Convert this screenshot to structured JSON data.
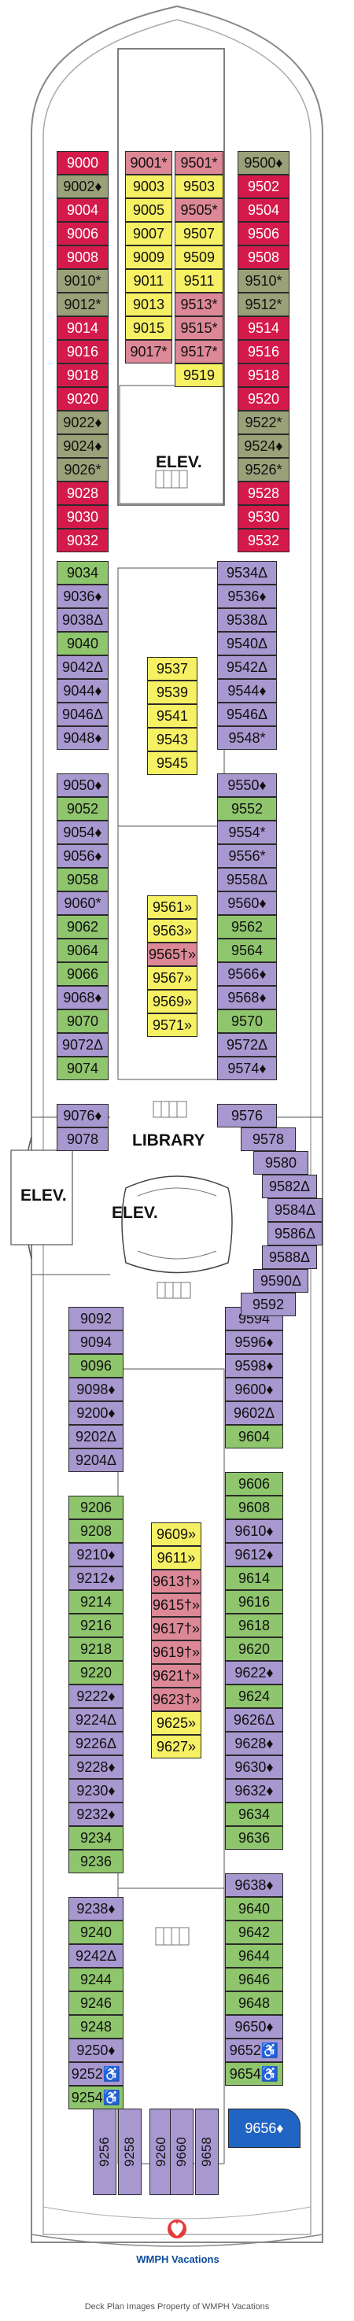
{
  "colors": {
    "red": "#d41a4b",
    "green": "#8fc56d",
    "olive": "#9aa178",
    "purple": "#a898d0",
    "yellow": "#f6f064",
    "pink": "#dd8896",
    "blue": "#2065c4"
  },
  "labels": {
    "elevator": "ELEV.",
    "library": "LIBRARY"
  },
  "footer": {
    "brand": "WMPH Vacations",
    "credit": "Deck Plan Images Property of WMPH Vacations"
  },
  "icons": {
    "logo": "wmph-heart-logo",
    "star": "suite-star-icon",
    "diamond": "balcony-diamond-icon",
    "triangle": "obstructed-triangle-icon",
    "double-arrow": "connecting-arrows-icon",
    "accessible": "wheelchair-icon"
  },
  "cabins": {
    "fwd_left": [
      {
        "label": "9000",
        "color": "red"
      },
      {
        "label": "9002♦",
        "color": "olive"
      },
      {
        "label": "9004",
        "color": "red"
      },
      {
        "label": "9006",
        "color": "red"
      },
      {
        "label": "9008",
        "color": "red"
      },
      {
        "label": "9010*",
        "color": "olive"
      },
      {
        "label": "9012*",
        "color": "olive"
      },
      {
        "label": "9014",
        "color": "red"
      },
      {
        "label": "9016",
        "color": "red"
      },
      {
        "label": "9018",
        "color": "red"
      },
      {
        "label": "9020",
        "color": "red"
      },
      {
        "label": "9022♦",
        "color": "olive"
      },
      {
        "label": "9024♦",
        "color": "olive"
      },
      {
        "label": "9026*",
        "color": "olive"
      },
      {
        "label": "9028",
        "color": "red"
      },
      {
        "label": "9030",
        "color": "red"
      },
      {
        "label": "9032",
        "color": "red"
      }
    ],
    "fwd_inner_left": [
      {
        "label": "9001*",
        "color": "pink"
      },
      {
        "label": "9003",
        "color": "yellow"
      },
      {
        "label": "9005",
        "color": "yellow"
      },
      {
        "label": "9007",
        "color": "yellow"
      },
      {
        "label": "9009",
        "color": "yellow"
      },
      {
        "label": "9011",
        "color": "yellow"
      },
      {
        "label": "9013",
        "color": "yellow"
      },
      {
        "label": "9015",
        "color": "yellow"
      },
      {
        "label": "9017*",
        "color": "pink"
      }
    ],
    "fwd_inner_right": [
      {
        "label": "9501*",
        "color": "pink"
      },
      {
        "label": "9503",
        "color": "yellow"
      },
      {
        "label": "9505*",
        "color": "pink"
      },
      {
        "label": "9507",
        "color": "yellow"
      },
      {
        "label": "9509",
        "color": "yellow"
      },
      {
        "label": "9511",
        "color": "yellow"
      },
      {
        "label": "9513*",
        "color": "pink"
      },
      {
        "label": "9515*",
        "color": "pink"
      },
      {
        "label": "9517*",
        "color": "pink"
      },
      {
        "label": "9519",
        "color": "yellow"
      }
    ],
    "fwd_right": [
      {
        "label": "9500♦",
        "color": "olive"
      },
      {
        "label": "9502",
        "color": "red"
      },
      {
        "label": "9504",
        "color": "red"
      },
      {
        "label": "9506",
        "color": "red"
      },
      {
        "label": "9508",
        "color": "red"
      },
      {
        "label": "9510*",
        "color": "olive"
      },
      {
        "label": "9512*",
        "color": "olive"
      },
      {
        "label": "9514",
        "color": "red"
      },
      {
        "label": "9516",
        "color": "red"
      },
      {
        "label": "9518",
        "color": "red"
      },
      {
        "label": "9520",
        "color": "red"
      },
      {
        "label": "9522*",
        "color": "olive"
      },
      {
        "label": "9524♦",
        "color": "olive"
      },
      {
        "label": "9526*",
        "color": "olive"
      },
      {
        "label": "9528",
        "color": "red"
      },
      {
        "label": "9530",
        "color": "red"
      },
      {
        "label": "9532",
        "color": "red"
      }
    ],
    "mid_left": [
      {
        "label": "9034",
        "color": "green"
      },
      {
        "label": "9036♦",
        "color": "purple"
      },
      {
        "label": "9038Δ",
        "color": "purple"
      },
      {
        "label": "9040",
        "color": "green"
      },
      {
        "label": "9042Δ",
        "color": "purple"
      },
      {
        "label": "9044♦",
        "color": "purple"
      },
      {
        "label": "9046Δ",
        "color": "purple"
      },
      {
        "label": "9048♦",
        "color": "purple"
      },
      {
        "label": "",
        "color": "none"
      },
      {
        "label": "9050♦",
        "color": "purple"
      },
      {
        "label": "9052",
        "color": "green"
      },
      {
        "label": "9054♦",
        "color": "purple"
      },
      {
        "label": "9056♦",
        "color": "purple"
      },
      {
        "label": "9058",
        "color": "green"
      },
      {
        "label": "9060*",
        "color": "purple"
      },
      {
        "label": "9062",
        "color": "green"
      },
      {
        "label": "9064",
        "color": "green"
      },
      {
        "label": "9066",
        "color": "green"
      },
      {
        "label": "9068♦",
        "color": "purple"
      },
      {
        "label": "9070",
        "color": "green"
      },
      {
        "label": "9072Δ",
        "color": "purple"
      },
      {
        "label": "9074",
        "color": "green"
      },
      {
        "label": "",
        "color": "none"
      },
      {
        "label": "9076♦",
        "color": "purple"
      },
      {
        "label": "9078",
        "color": "purple"
      }
    ],
    "mid_center_a": [
      {
        "label": "9537",
        "color": "yellow"
      },
      {
        "label": "9539",
        "color": "yellow"
      },
      {
        "label": "9541",
        "color": "yellow"
      },
      {
        "label": "9543",
        "color": "yellow"
      },
      {
        "label": "9545",
        "color": "yellow"
      }
    ],
    "mid_center_b": [
      {
        "label": "9561»",
        "color": "yellow"
      },
      {
        "label": "9563»",
        "color": "yellow"
      },
      {
        "label": "9565†»",
        "color": "pink"
      },
      {
        "label": "9567»",
        "color": "yellow"
      },
      {
        "label": "9569»",
        "color": "yellow"
      },
      {
        "label": "9571»",
        "color": "yellow"
      }
    ],
    "mid_right": [
      {
        "label": "9534Δ",
        "color": "purple"
      },
      {
        "label": "9536♦",
        "color": "purple"
      },
      {
        "label": "9538Δ",
        "color": "purple"
      },
      {
        "label": "9540Δ",
        "color": "purple"
      },
      {
        "label": "9542Δ",
        "color": "purple"
      },
      {
        "label": "9544♦",
        "color": "purple"
      },
      {
        "label": "9546Δ",
        "color": "purple"
      },
      {
        "label": "9548*",
        "color": "purple"
      },
      {
        "label": "",
        "color": "none"
      },
      {
        "label": "9550♦",
        "color": "purple"
      },
      {
        "label": "9552",
        "color": "green"
      },
      {
        "label": "9554*",
        "color": "purple"
      },
      {
        "label": "9556*",
        "color": "purple"
      },
      {
        "label": "9558Δ",
        "color": "purple"
      },
      {
        "label": "9560♦",
        "color": "purple"
      },
      {
        "label": "9562",
        "color": "green"
      },
      {
        "label": "9564",
        "color": "green"
      },
      {
        "label": "9566♦",
        "color": "purple"
      },
      {
        "label": "9568♦",
        "color": "purple"
      },
      {
        "label": "9570",
        "color": "green"
      },
      {
        "label": "9572Δ",
        "color": "purple"
      },
      {
        "label": "9574♦",
        "color": "purple"
      },
      {
        "label": "",
        "color": "none"
      },
      {
        "label": "9576",
        "color": "purple"
      }
    ],
    "curve_right": [
      {
        "label": "9578",
        "color": "purple"
      },
      {
        "label": "9580",
        "color": "purple"
      },
      {
        "label": "9582Δ",
        "color": "purple"
      },
      {
        "label": "9584Δ",
        "color": "purple"
      },
      {
        "label": "9586Δ",
        "color": "purple"
      },
      {
        "label": "9588Δ",
        "color": "purple"
      },
      {
        "label": "9590Δ",
        "color": "purple"
      },
      {
        "label": "9592",
        "color": "purple"
      }
    ],
    "aft_left": [
      {
        "label": "9092",
        "color": "purple"
      },
      {
        "label": "9094",
        "color": "purple"
      },
      {
        "label": "9096",
        "color": "green"
      },
      {
        "label": "9098♦",
        "color": "purple"
      },
      {
        "label": "9200♦",
        "color": "purple"
      },
      {
        "label": "9202Δ",
        "color": "purple"
      },
      {
        "label": "9204Δ",
        "color": "purple"
      },
      {
        "label": "",
        "color": "none"
      },
      {
        "label": "9206",
        "color": "green"
      },
      {
        "label": "9208",
        "color": "green"
      },
      {
        "label": "9210♦",
        "color": "purple"
      },
      {
        "label": "9212♦",
        "color": "purple"
      },
      {
        "label": "9214",
        "color": "green"
      },
      {
        "label": "9216",
        "color": "green"
      },
      {
        "label": "9218",
        "color": "green"
      },
      {
        "label": "9220",
        "color": "green"
      },
      {
        "label": "9222♦",
        "color": "purple"
      },
      {
        "label": "9224Δ",
        "color": "purple"
      },
      {
        "label": "9226Δ",
        "color": "purple"
      },
      {
        "label": "9228♦",
        "color": "purple"
      },
      {
        "label": "9230♦",
        "color": "purple"
      },
      {
        "label": "9232♦",
        "color": "purple"
      },
      {
        "label": "9234",
        "color": "green"
      },
      {
        "label": "9236",
        "color": "green"
      },
      {
        "label": "",
        "color": "none"
      },
      {
        "label": "9238♦",
        "color": "purple"
      },
      {
        "label": "9240",
        "color": "green"
      },
      {
        "label": "9242Δ",
        "color": "purple"
      },
      {
        "label": "9244",
        "color": "green"
      },
      {
        "label": "9246",
        "color": "green"
      },
      {
        "label": "9248",
        "color": "green"
      },
      {
        "label": "9250♦",
        "color": "purple"
      },
      {
        "label": "9252♿",
        "color": "purple"
      },
      {
        "label": "9254♿",
        "color": "green"
      }
    ],
    "aft_center": [
      {
        "label": "9609»",
        "color": "yellow"
      },
      {
        "label": "9611»",
        "color": "yellow"
      },
      {
        "label": "9613†»",
        "color": "pink"
      },
      {
        "label": "9615†»",
        "color": "pink"
      },
      {
        "label": "9617†»",
        "color": "pink"
      },
      {
        "label": "9619†»",
        "color": "pink"
      },
      {
        "label": "9621†»",
        "color": "pink"
      },
      {
        "label": "9623†»",
        "color": "pink"
      },
      {
        "label": "9625»",
        "color": "yellow"
      },
      {
        "label": "9627»",
        "color": "yellow"
      }
    ],
    "aft_right": [
      {
        "label": "9594",
        "color": "purple"
      },
      {
        "label": "9596♦",
        "color": "purple"
      },
      {
        "label": "9598♦",
        "color": "purple"
      },
      {
        "label": "9600♦",
        "color": "purple"
      },
      {
        "label": "9602Δ",
        "color": "purple"
      },
      {
        "label": "9604",
        "color": "green"
      },
      {
        "label": "",
        "color": "none"
      },
      {
        "label": "9606",
        "color": "green"
      },
      {
        "label": "9608",
        "color": "green"
      },
      {
        "label": "9610♦",
        "color": "purple"
      },
      {
        "label": "9612♦",
        "color": "purple"
      },
      {
        "label": "9614",
        "color": "green"
      },
      {
        "label": "9616",
        "color": "green"
      },
      {
        "label": "9618",
        "color": "green"
      },
      {
        "label": "9620",
        "color": "green"
      },
      {
        "label": "9622♦",
        "color": "purple"
      },
      {
        "label": "9624",
        "color": "green"
      },
      {
        "label": "9626Δ",
        "color": "purple"
      },
      {
        "label": "9628♦",
        "color": "purple"
      },
      {
        "label": "9630♦",
        "color": "purple"
      },
      {
        "label": "9632♦",
        "color": "purple"
      },
      {
        "label": "9634",
        "color": "green"
      },
      {
        "label": "9636",
        "color": "green"
      },
      {
        "label": "",
        "color": "none"
      },
      {
        "label": "9638♦",
        "color": "purple"
      },
      {
        "label": "9640",
        "color": "green"
      },
      {
        "label": "9642",
        "color": "green"
      },
      {
        "label": "9644",
        "color": "green"
      },
      {
        "label": "9646",
        "color": "green"
      },
      {
        "label": "9648",
        "color": "green"
      },
      {
        "label": "9650♦",
        "color": "purple"
      },
      {
        "label": "9652♿",
        "color": "purple"
      },
      {
        "label": "9654♿",
        "color": "green"
      }
    ],
    "stern": [
      {
        "label": "9256",
        "color": "purple"
      },
      {
        "label": "9258",
        "color": "purple"
      },
      {
        "label": "9260",
        "color": "purple"
      },
      {
        "label": "9660",
        "color": "purple"
      },
      {
        "label": "9658",
        "color": "purple"
      }
    ],
    "stern_suite": {
      "label": "9656♦",
      "color": "blue"
    }
  }
}
